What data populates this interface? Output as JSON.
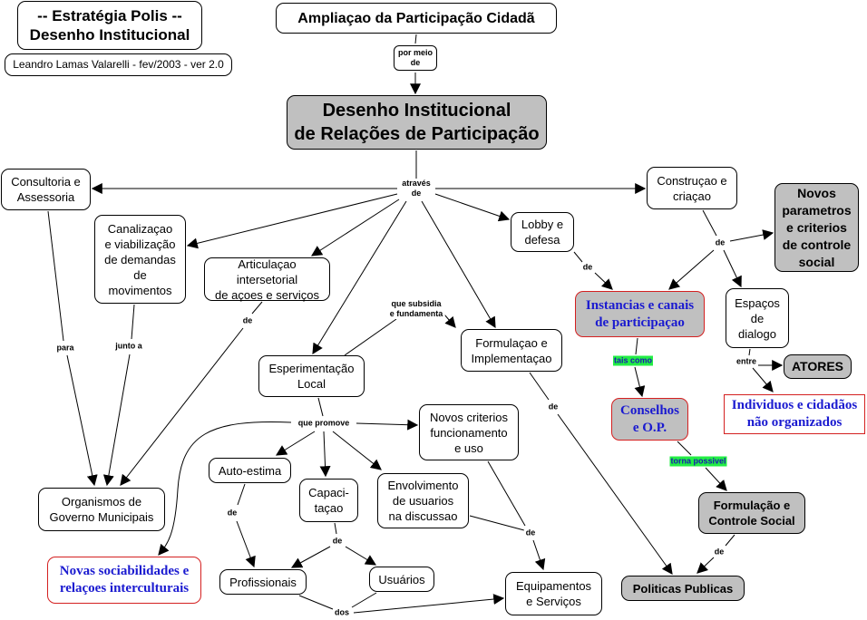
{
  "nodes": {
    "estrategia": "-- Estratégia Polis --\nDesenho Institucional",
    "autor": "Leandro Lamas Valarelli - fev/2003 - ver 2.0",
    "ampliacao": "Ampliaçao da Participação Cidadã",
    "desenho": "Desenho Institucional\nde Relações de Participação",
    "consultoria": "Consultoria e\nAssessoria",
    "canalizacao": "Canalizaçao\ne viabilização\nde demandas\nde\nmovimentos",
    "articulacao": "Articulaçao intersetorial\nde açoes e serviços",
    "lobby": "Lobby e\ndefesa",
    "construcao": "Construçao e\ncriaçao",
    "novos_parametros": "Novos\nparametros\ne criterios\nde controle\nsocial",
    "instancias": "Instancias e canais\nde participaçao",
    "espacos": "Espaços\nde\ndialogo",
    "atores": "ATORES",
    "individuos": "Individuos e cidadãos\nnão organizados",
    "conselhos": "Conselhos\ne O.P.",
    "formulacao_impl": "Formulaçao e\nImplementaçao",
    "esperimentacao": "Esperimentação\nLocal",
    "novos_criterios": "Novos criterios\nfuncionamento\ne uso",
    "auto_estima": "Auto-estima",
    "capacitacao": "Capaci-\ntaçao",
    "envolvimento": "Envolvimento\nde usuarios\nna discussao",
    "organismos": "Organismos de\nGoverno Municipais",
    "novas_sociabilidades": "Novas sociabilidades e\nrelaçoes interculturais",
    "profissionais": "Profissionais",
    "usuarios": "Usuários",
    "equipamentos": "Equipamentos\ne Serviços",
    "formulacao_controle": "Formulação e\nControle Social",
    "politicas": "Politicas Publicas"
  },
  "link_labels": {
    "por_meio_de": "por meio\nde",
    "atraves_de": "através\nde",
    "que_subsidia": "que subsidia\ne fundamenta",
    "de_lobby": "de",
    "de_construcao": "de",
    "tais_como": "tais como",
    "entre": "entre",
    "torna_possivel": "torna possivel",
    "de_formulacao_impl": "de",
    "de_formulacao_controle": "de",
    "para": "para",
    "junto_a": "junto a",
    "de_articulacao": "de",
    "que_promove": "que promove",
    "de_auto_estima": "de",
    "de_capacitacao": "de",
    "dos": "dos",
    "de_equipamentos": "de"
  },
  "colors": {
    "gray_node": "#c0c0c0",
    "highlight_node_text": "#1a1ad0",
    "highlight_node_border": "#d42020",
    "label_highlight": "#22ee44"
  }
}
